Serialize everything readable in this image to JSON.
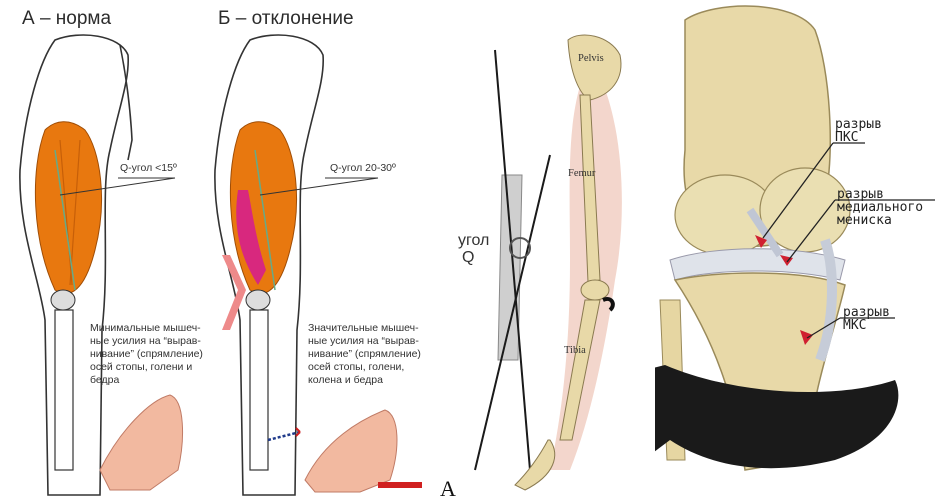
{
  "left_panel": {
    "title_a": "А – норма",
    "title_b": "Б – отклонение",
    "q_angle_a": "Q-угол <15º",
    "q_angle_b": "Q-угол 20-30º",
    "caption_a": [
      "Минимальные мышеч-",
      "ные усилия на “вырав-",
      "нивание” (спрямление)",
      "осей стопы, голени и",
      "бедра"
    ],
    "caption_b": [
      "Значительные мышеч-",
      "ные усилия на “вырав-",
      "нивание” (спрямление)",
      "осей стопы, голени,",
      "колена и бедра"
    ]
  },
  "middle_panel": {
    "angle_label_1": "угол",
    "angle_label_2": "Q",
    "pelvis": "Pelvis",
    "femur": "Femur",
    "tibia": "Tibia",
    "bottom_letter": "А"
  },
  "right_panel": {
    "label_pks_1": "разрыв",
    "label_pks_2": "ПКС",
    "label_menisk_1": "разрыв",
    "label_menisk_2": "медиального",
    "label_menisk_3": "мениска",
    "label_mks_1": "разрыв",
    "label_mks_2": "МКС"
  },
  "colors": {
    "muscle": "#e8780f",
    "muscle_dark": "#c75f08",
    "magenta": "#d8287e",
    "bone": "#e8d9a8",
    "skin": "#f2b9a0",
    "arrow_black": "#1a1a1a"
  }
}
